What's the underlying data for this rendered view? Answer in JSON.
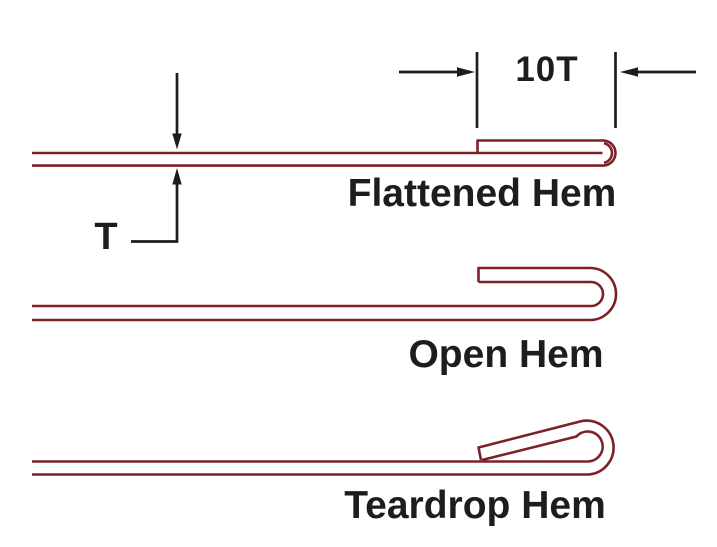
{
  "annotations": {
    "hem_width_label": "10T",
    "thickness_label": "T"
  },
  "hems": [
    {
      "id": "flattened",
      "label": "Flattened Hem"
    },
    {
      "id": "open",
      "label": "Open Hem"
    },
    {
      "id": "teardrop",
      "label": "Teardrop Hem"
    }
  ],
  "colors": {
    "outline": "#7c2128",
    "ink": "#1d1d1d",
    "bg": "#ffffff"
  }
}
